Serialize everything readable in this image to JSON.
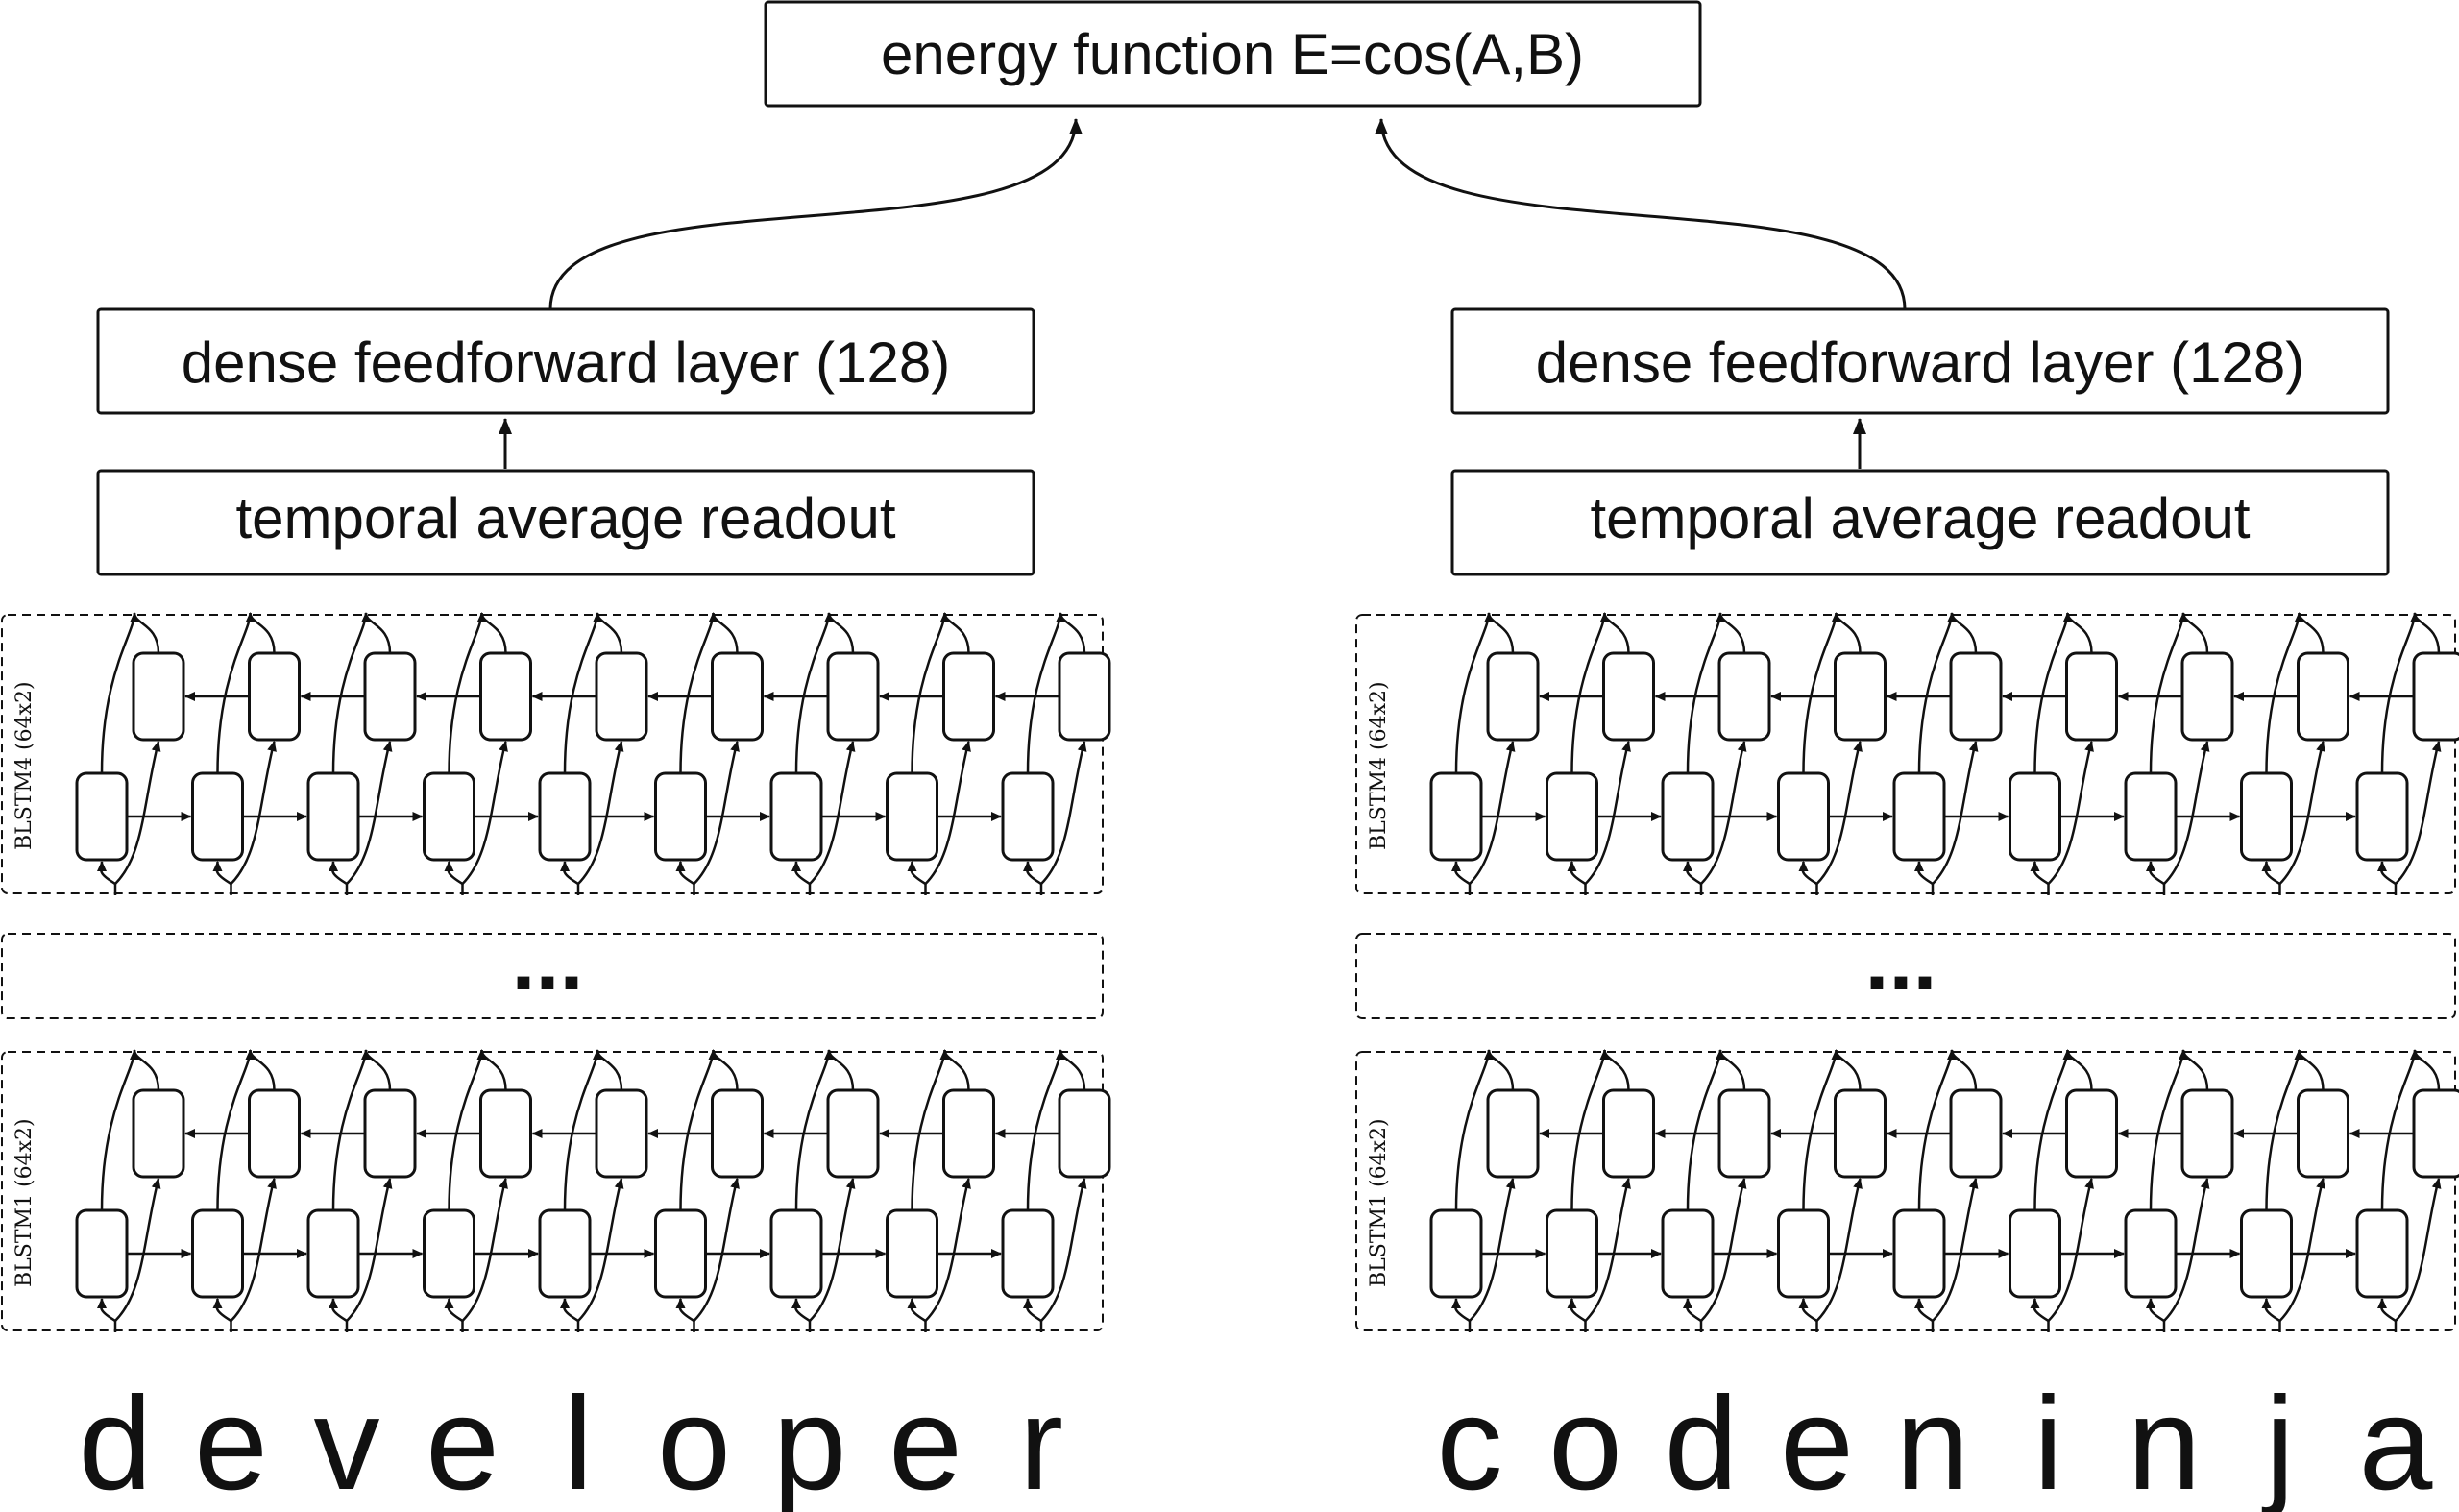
{
  "energy": {
    "label": "energy function E=cos(A,B)"
  },
  "branches": [
    {
      "id": "left",
      "dense_label": "dense feedforward layer (128)",
      "readout_label": "temporal average readout",
      "top_layer_label": "BLSTM4  (64x2)",
      "bottom_layer_label": "BLSTM1  (64x2)",
      "ellipsis": "...",
      "letters": [
        "d",
        "e",
        "v",
        "e",
        "l",
        "o",
        "p",
        "e",
        "r"
      ]
    },
    {
      "id": "right",
      "dense_label": "dense feedforward layer (128)",
      "readout_label": "temporal average readout",
      "top_layer_label": "BLSTM4  (64x2)",
      "bottom_layer_label": "BLSTM1  (64x2)",
      "ellipsis": "...",
      "letters": [
        "c",
        "o",
        "d",
        "e",
        "n",
        "i",
        "n",
        "j",
        "a"
      ]
    }
  ]
}
